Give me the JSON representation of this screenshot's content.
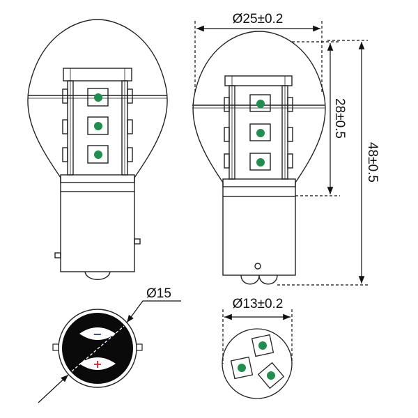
{
  "dimensions": {
    "bulb_diameter": "Ø25±0.2",
    "led_height": "28±0.5",
    "total_height": "48±0.5",
    "base_pin_diameter": "Ø15",
    "top_led_diameter": "Ø13±0.2"
  },
  "polarity": {
    "negative_symbol": "−",
    "positive_symbol": "+"
  },
  "colors": {
    "led_green": "#1f8f4e",
    "negative_blue": "#2a3a8c",
    "positive_red": "#d62828",
    "line": "#222222"
  }
}
